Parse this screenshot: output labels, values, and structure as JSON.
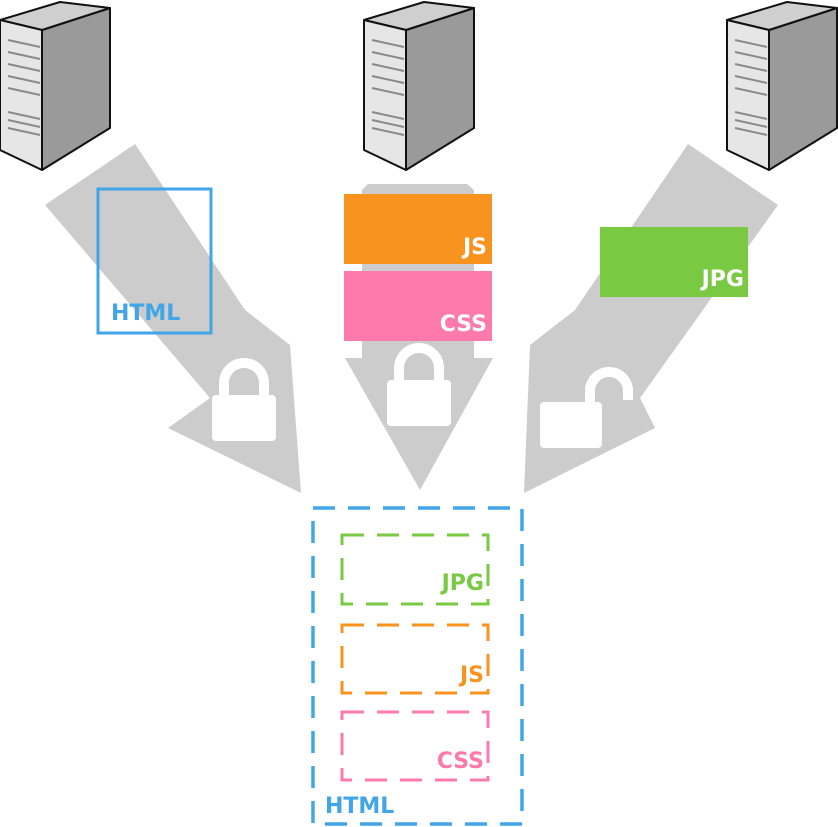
{
  "colors": {
    "html": "#42a5e8",
    "js": "#f7931e",
    "css": "#ff7aac",
    "jpg": "#7ac943",
    "arrow": "#cccccc",
    "lock": "#ffffff",
    "server_light": "#e6e6e6",
    "server_mid": "#cfcfcf",
    "server_dark": "#9a9a9a",
    "outline": "#111111"
  },
  "servers": [
    {
      "name": "server-left",
      "icon": "server-icon"
    },
    {
      "name": "server-center",
      "icon": "server-icon"
    },
    {
      "name": "server-right",
      "icon": "server-icon"
    }
  ],
  "arrows": [
    {
      "name": "arrow-left",
      "lock": "closed",
      "payload": [
        "HTML"
      ]
    },
    {
      "name": "arrow-center",
      "lock": "closed",
      "payload": [
        "JS",
        "CSS"
      ]
    },
    {
      "name": "arrow-right",
      "lock": "open",
      "payload": [
        "JPG"
      ]
    }
  ],
  "resources": {
    "html": "HTML",
    "js": "JS",
    "css": "CSS",
    "jpg": "JPG"
  },
  "page": {
    "outer_label": "HTML",
    "items": [
      "JPG",
      "JS",
      "CSS"
    ]
  }
}
